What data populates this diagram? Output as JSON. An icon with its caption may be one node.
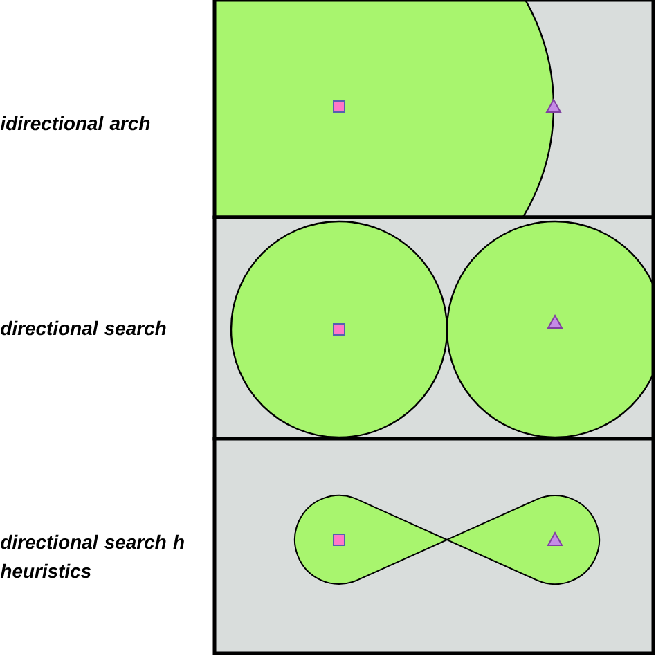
{
  "diagram": {
    "labels": [
      "idirectional arch",
      "directional search",
      "directional search h heuristics"
    ]
  }
}
